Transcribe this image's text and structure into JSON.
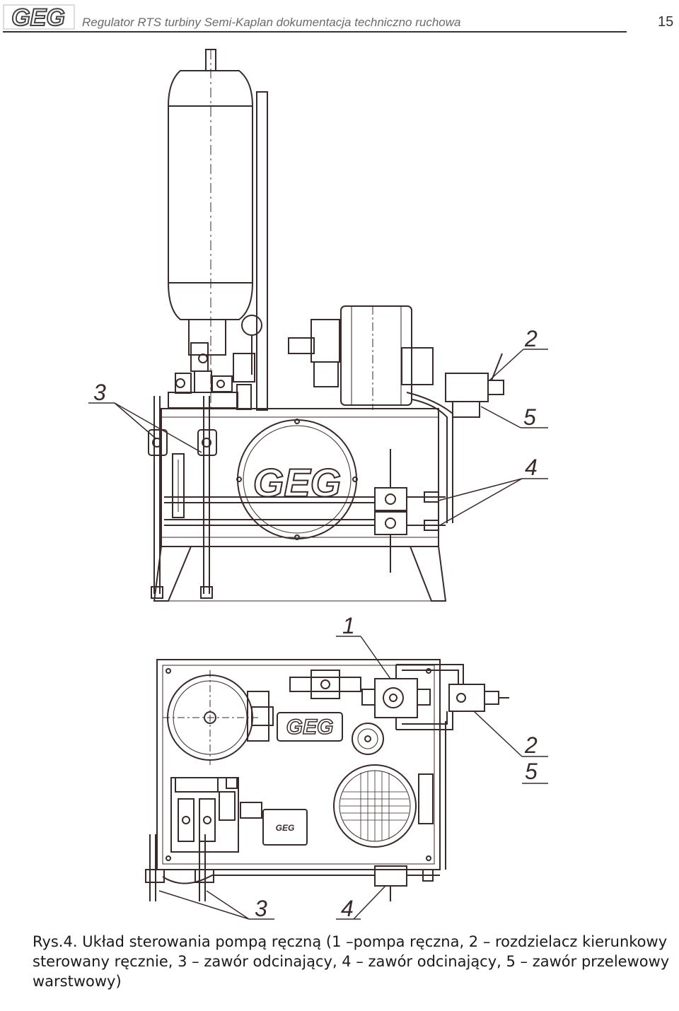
{
  "header": {
    "logo_text": "GEG",
    "title": "Regulator RTS turbiny Semi-Kaplan dokumentacja techniczno ruchowa",
    "page_number": "15"
  },
  "drawing": {
    "logo_front": "GEG",
    "logo_top": "GEG",
    "logo_small": "GEG",
    "callouts_front": [
      "2",
      "5",
      "3",
      "4"
    ],
    "callouts_top": [
      "1",
      "2",
      "5",
      "3",
      "4"
    ]
  },
  "caption": {
    "line1": "Rys.4. Układ sterowania pompą ręczną  (1 –pompa ręczna, 2 – rozdzielacz kierunkowy",
    "line2": "sterowany ręcznie, 3 – zawór odcinający, 4 – zawór odcinający, 5 – zawór przelewowy",
    "line3": "warstwowy)"
  },
  "colors": {
    "drawing_line": "#3a2a2a",
    "header_text": "#6b6b6b"
  }
}
